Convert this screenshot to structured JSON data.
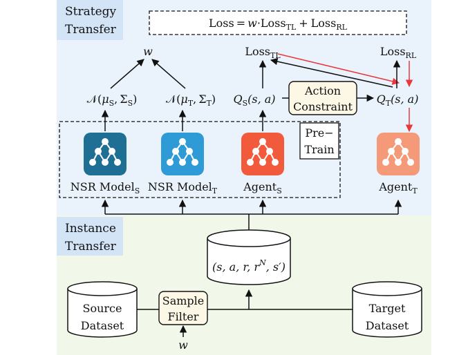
{
  "panels": {
    "strategy": {
      "label_line1": "Strategy",
      "label_line2": "Transfer",
      "bg": "#eaf3fb",
      "label_bg": "#d4e4f7"
    },
    "instance": {
      "label_line1": "Instance",
      "label_line2": "Transfer",
      "bg": "#f1f8ea",
      "label_bg": "#d4e4f7"
    }
  },
  "loss_formula": {
    "lhs": "Loss",
    "eq": "=",
    "w": "w",
    "dot": "·",
    "loss_tl": "Loss",
    "tl_sub": "TL",
    "plus": "+",
    "loss_rl": "Loss",
    "rl_sub": "RL"
  },
  "w_top": "w",
  "normal_s": {
    "n": "𝒩",
    "open": "(",
    "mu": "μ",
    "mu_sub": "S",
    "comma": ",",
    "sigma": "Σ",
    "sigma_sub": "S",
    "close": ")"
  },
  "normal_t": {
    "n": "𝒩",
    "open": "(",
    "mu": "μ",
    "mu_sub": "T",
    "comma": ",",
    "sigma": "Σ",
    "sigma_sub": "T",
    "close": ")"
  },
  "loss_tl_node": {
    "text": "Loss",
    "sub": "TL"
  },
  "loss_rl_node": {
    "text": "Loss",
    "sub": "RL"
  },
  "q_s": {
    "q": "Q",
    "sub": "S",
    "args": "(s, a)"
  },
  "q_t": {
    "q": "Q",
    "sub": "T",
    "args": "(s, a)"
  },
  "action_constraint": {
    "line1": "Action",
    "line2": "Constraint",
    "bg": "#fdf8e6"
  },
  "pretrain": {
    "line1": "Pre−",
    "line2": "Train"
  },
  "models": [
    {
      "id": "nsr-s",
      "name": "NSR Model",
      "sub": "S",
      "color": "#1f6f94"
    },
    {
      "id": "nsr-t",
      "name": "NSR Model",
      "sub": "T",
      "color": "#2e9bd6"
    },
    {
      "id": "agent-s",
      "name": "Agent",
      "sub": "S",
      "color": "#f25a3c"
    },
    {
      "id": "agent-t",
      "name": "Agent",
      "sub": "T",
      "color": "#f59a78"
    }
  ],
  "buffer": {
    "open": "(s, a, r, r",
    "sup": "N",
    "close": ", s′)"
  },
  "source_dataset": {
    "line1": "Source",
    "line2": "Dataset"
  },
  "target_dataset": {
    "line1": "Target",
    "line2": "Dataset"
  },
  "sample_filter": {
    "line1": "Sample",
    "line2": "Filter",
    "bg": "#fdf8e6"
  },
  "w_bottom": "w",
  "colors": {
    "red_arrow": "#e8383d",
    "line": "#111111"
  }
}
